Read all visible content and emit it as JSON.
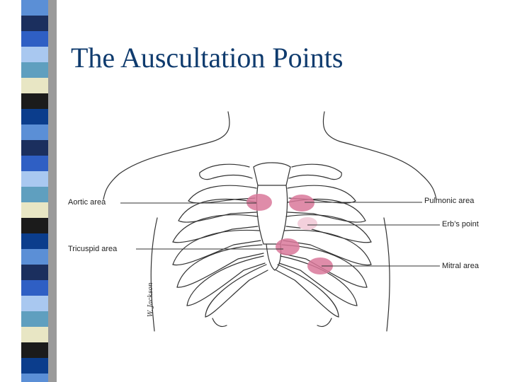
{
  "slide": {
    "title": "The Auscultation Points"
  },
  "colors": {
    "title": "#0f3b6e",
    "marker": "#d9789a",
    "marker_light": "#f3d0dc",
    "line": "#333333",
    "stripe_palette": [
      "#5b8fd6",
      "#1b2f5e",
      "#2f5fc4",
      "#a9c8f0",
      "#5f9fbf",
      "#e8e6c4",
      "#1b1b1b",
      "#0b3d8c"
    ]
  },
  "diagram": {
    "labels": {
      "aortic": "Aortic area",
      "tricuspid": "Tricuspid area",
      "pulmonic": "Pulmonic area",
      "erbs": "Erb’s point",
      "mitral": "Mitral area"
    },
    "signature": "W. Jackson"
  }
}
